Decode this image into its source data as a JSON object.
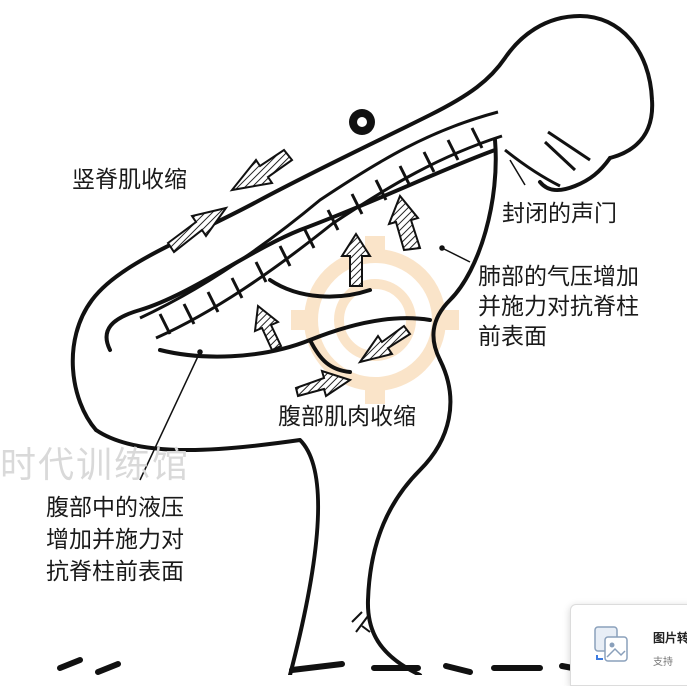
{
  "labels": {
    "erector_spinae": "竖脊肌收缩",
    "closed_glottis": "封闭的声门",
    "lung_pressure": [
      "肺部的气压增加",
      "并施力对抗脊柱",
      "前表面"
    ],
    "abdominal_muscles": "腹部肌肉收缩",
    "abdominal_pressure": [
      "腹部中的液压",
      "增加并施力对",
      "抗脊柱前表面"
    ]
  },
  "watermark": "时代训练馆",
  "popup": {
    "title": "图片转",
    "subtitle": "支持",
    "icon": "image-convert-icon"
  },
  "colors": {
    "ink": "#111111",
    "arrow_fill": "#555555",
    "watermark": "#d9d9d9",
    "logo_watermark": "#f5c58a"
  }
}
